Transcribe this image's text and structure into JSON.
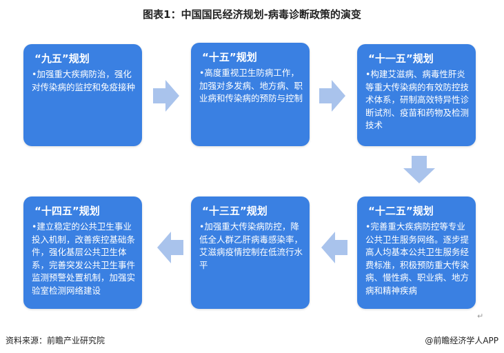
{
  "title": "图表1：中国国民经济规划-病毒诊断政策的演变",
  "stages": [
    {
      "heading": "“九五”规划",
      "text": "•加强重大疾病防治，强化对传染病的监控和免疫接种"
    },
    {
      "heading": "“十五”规划",
      "text": "•高度重视卫生防病工作，加强对多发病、地方病、职业病和传染病的预防与控制"
    },
    {
      "heading": "“十一五”规划",
      "text": "•构建艾滋病、病毒性肝炎等重大传染病的有效防控技术体系，研制高效特异性诊断试剂、疫苗和药物及检测技术"
    },
    {
      "heading": "“十二五”规划",
      "text": "•完善重大疾病防控等专业公共卫生服务网络。逐步提高人均基本公共卫生服务经费标准，积极预防重大传染病、慢性病、职业病、地方病和精神疾病"
    },
    {
      "heading": "“十三五”规划",
      "text": "•加强重大传染病防控，降低全人群乙肝病毒感染率，艾滋病疫情控制在低流行水平"
    },
    {
      "heading": "“十四五”规划",
      "text": "•建立稳定的公共卫生事业投入机制，改善疾控基础条件，强化基层公共卫生体系，完善突发公共卫生事件监测预警处置机制，加强实验室检测网络建设"
    }
  ],
  "footer": {
    "source": "资料来源：前瞻产业研究院",
    "brand": "@前瞻经济学人APP"
  },
  "colors": {
    "box": "#3a80e2",
    "arrow": "#a9c3ec"
  }
}
